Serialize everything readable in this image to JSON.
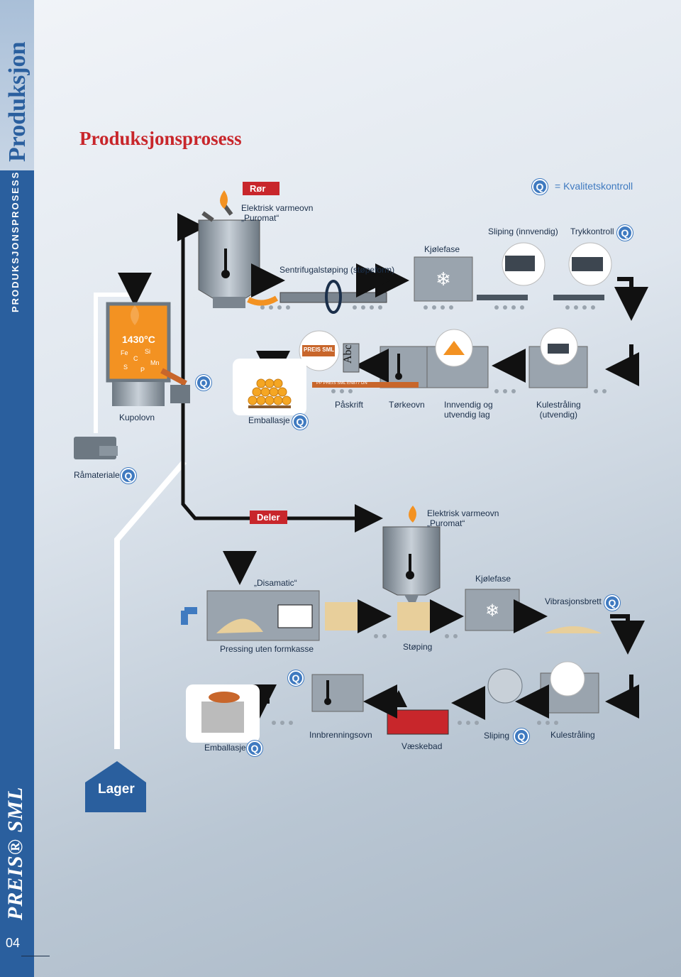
{
  "side": {
    "top_word": "Produksjon",
    "section_label": "PRODUKSJONSPROSESS",
    "brand": "PREIS® SML",
    "page_number": "04"
  },
  "title": "Produksjonsprosess",
  "legend": {
    "badge": "Q",
    "text": "= Kvalitetskontroll"
  },
  "pipe": {
    "tag": "Rør",
    "furnace": "Elektrisk varmeovn\n„Puromat“",
    "casting": "Sentrifugalstøping (støpeform)",
    "cooling": "Kjølefase",
    "grinding": "Sliping (innvendig)",
    "pressure_test": "Trykkontroll",
    "shot_blast": "Kulestråling\n(utvendig)",
    "coating": "Innvendig og\nutvendig lag",
    "drying": "Tørkeovn",
    "labeling": "Påskrift",
    "label_sample": "Abc",
    "pipe_print": "PREIS SML",
    "pipe_print_small": "PP PREIS SML EN877 DN",
    "packaging": "Emballasje"
  },
  "cupola": {
    "label": "Kupolovn",
    "temperature": "1430°C",
    "elements": [
      "Fe",
      "C",
      "Si",
      "S",
      "P",
      "Mn"
    ]
  },
  "raw_material": "Råmateriale",
  "parts": {
    "tag": "Deler",
    "furnace": "Elektrisk varmeovn\n„Puromat“",
    "disamatic": "„Disamatic“",
    "pressing": "Pressing uten formkasse",
    "casting": "Støping",
    "cooling": "Kjølefase",
    "vibration": "Vibrasjonsbrett",
    "shot_blast": "Kulestråling",
    "grinding": "Sliping",
    "dip_bath": "Væskebad",
    "burn_in": "Innbrenningsovn",
    "packaging": "Emballasje"
  },
  "storage": "Lager",
  "colors": {
    "brand_blue": "#2a5f9e",
    "title_red": "#c8262b",
    "orange": "#f39222",
    "gray_box": "#9aa4ae"
  }
}
